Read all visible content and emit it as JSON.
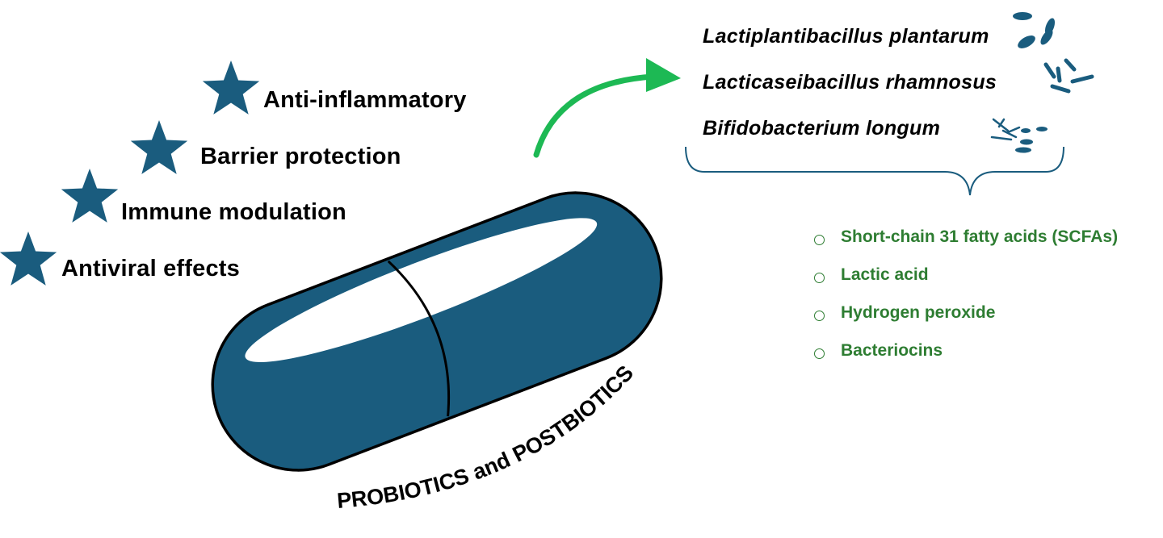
{
  "colors": {
    "capsule": "#1a5c7e",
    "star": "#1a5c7e",
    "arrow": "#1db954",
    "metabolite_text": "#2e7d32",
    "bracket": "#1a5c7e"
  },
  "benefits": [
    {
      "label": "Anti-inflammatory",
      "icon": "star-icon"
    },
    {
      "label": "Barrier protection",
      "icon": "star-icon"
    },
    {
      "label": "Immune modulation",
      "icon": "star-icon"
    },
    {
      "label": "Antiviral effects",
      "icon": "star-icon"
    }
  ],
  "capsule": {
    "curved_label": "PROBIOTICS and POSTBIOTICS"
  },
  "species": [
    {
      "name": "Lactiplantibacillus plantarum",
      "icon": "cocci-bacteria-icon"
    },
    {
      "name": "Lacticaseibacillus rhamnosus",
      "icon": "rod-bacteria-icon"
    },
    {
      "name": "Bifidobacterium longum",
      "icon": "branched-bacteria-icon"
    }
  ],
  "metabolites": [
    {
      "label": "Short-chain 31 fatty acids (SCFAs)"
    },
    {
      "label": "Lactic acid"
    },
    {
      "label": "Hydrogen peroxide"
    },
    {
      "label": "Bacteriocins"
    }
  ]
}
